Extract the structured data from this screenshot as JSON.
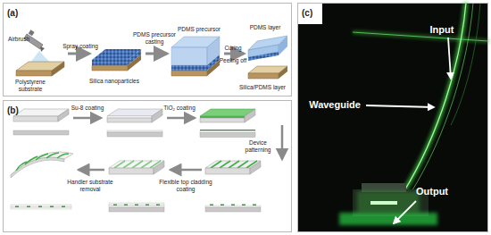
{
  "diagram": {
    "nodes": [
      {
        "text": [
          "(a)"
        ]
      },
      {
        "text": [
          "(b)"
        ]
      },
      {
        "text": [
          "(c)"
        ]
      }
    ],
    "labels": [
      "Polystyrene substrate",
      "Airbrush",
      "Spray coating",
      "Silica nanoparticles",
      "PDMS precursor casting",
      "PDMS precursor",
      "Curing",
      "Peeling off",
      "PDMS layer",
      "Silica/PDMS layer",
      "Su-8 coating",
      "TiO₂ coating",
      "Device patterning",
      "Flexible top cladding coating",
      "Handler substrate removal",
      "Input",
      "Waveguide",
      "Output"
    ]
  }
}
